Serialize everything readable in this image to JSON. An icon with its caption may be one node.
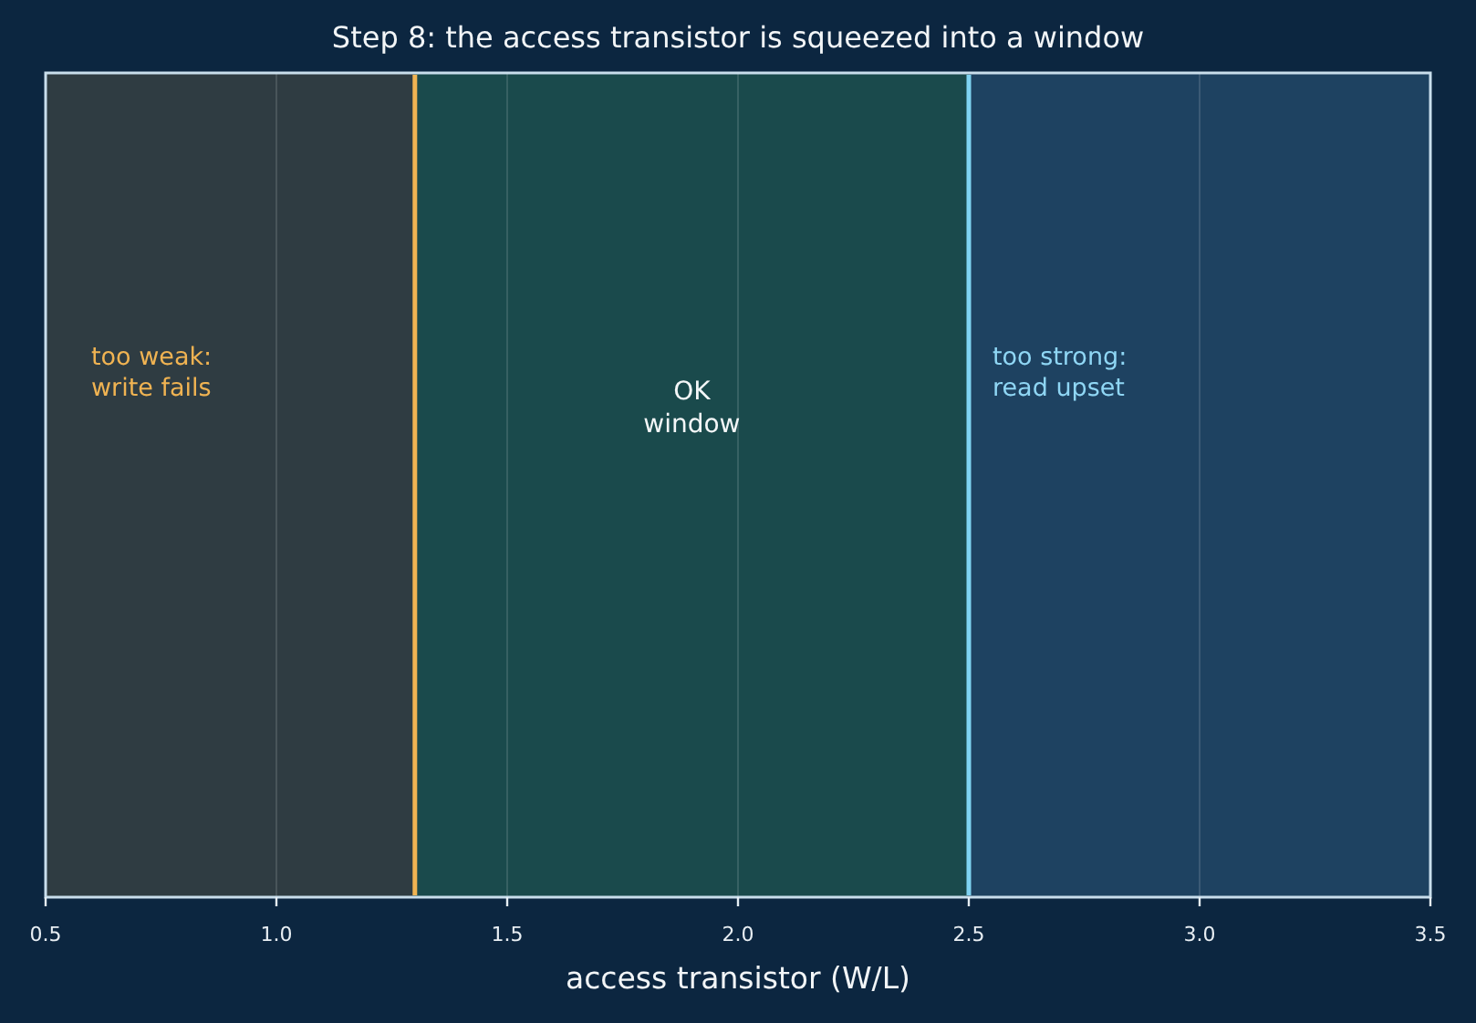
{
  "diagram": {
    "title": "Step 8: the access transistor is squeezed into a window",
    "nodes": [
      {
        "text": [
          "too weak: write fails"
        ]
      },
      {
        "text": [
          "OK window"
        ]
      },
      {
        "text": [
          "too strong: read upset"
        ]
      }
    ],
    "labels": [
      "0.5",
      "1.0",
      "1.5",
      "2.0",
      "2.5",
      "3.0",
      "3.5",
      "access transistor (W/L)"
    ]
  }
}
